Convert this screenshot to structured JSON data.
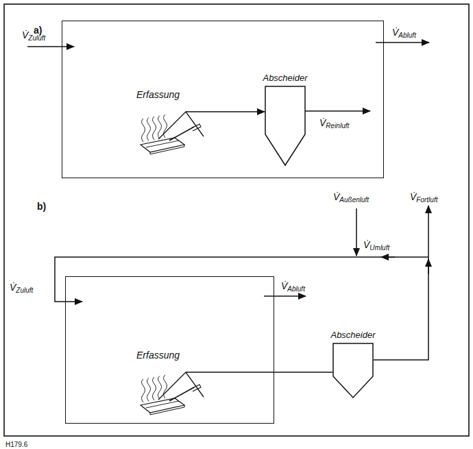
{
  "diagram": {
    "nodes": [
      {
        "text": [
          "a)"
        ]
      },
      {
        "text": [
          "Erfassung"
        ],
        "in": 0
      },
      {
        "text": [
          "Abscheider"
        ],
        "in": 0
      },
      {
        "text": [
          "b)"
        ]
      },
      {
        "text": [
          "Erfassung"
        ],
        "in": 3
      },
      {
        "text": [
          "Abscheider"
        ]
      }
    ],
    "edges": [
      {
        "from": 1,
        "to": 2,
        "arrow": "to"
      },
      {
        "from": 4,
        "to": 5,
        "arrow": "none"
      }
    ],
    "labels": [
      "V̇Zuluft",
      "V̇Abluft",
      "V̇Reinluft",
      "V̇Außenluft",
      "V̇Fortluft",
      "V̇Umluft",
      "V̇Zuluft",
      "V̇Abluft",
      "H179.6"
    ]
  }
}
